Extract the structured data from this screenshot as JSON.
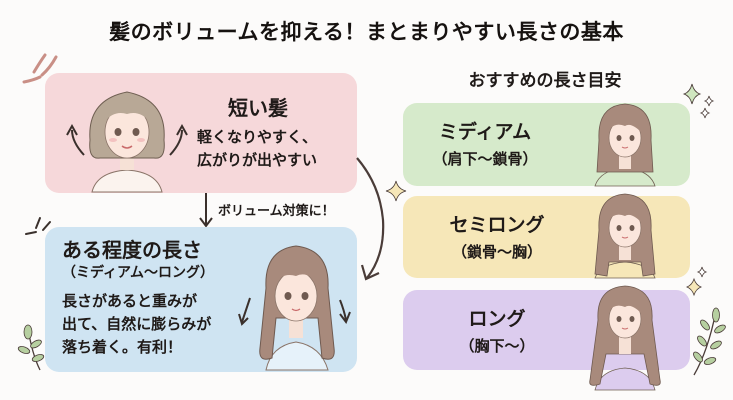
{
  "title": "髪のボリュームを抑える！まとまりやすい長さの基本",
  "short_hair": {
    "heading": "短い髪",
    "description_line1": "軽くなりやすく、",
    "description_line2": "広がりが出やすい",
    "color": "#f6d8da"
  },
  "arrow": {
    "label": "ボリューム対策に！"
  },
  "medium_length": {
    "heading": "ある程度の長さ",
    "subheading": "（ミディアム〜ロング）",
    "description_line1": "長さがあると重みが",
    "description_line2": "出て、自然に膨らみが",
    "description_line3": "落ち着く。有利！",
    "color": "#cfe4f2"
  },
  "recommendations": {
    "title": "おすすめの長さ目安",
    "items": [
      {
        "name": "ミディアム",
        "range": "（肩下〜鎖骨）",
        "color": "#d6eacb"
      },
      {
        "name": "セミロング",
        "range": "（鎖骨〜胸）",
        "color": "#f6e7b8"
      },
      {
        "name": "ロング",
        "range": "（胸下〜）",
        "color": "#dcccee"
      }
    ]
  },
  "icons": [
    "sparkle-icon",
    "leaf-branch-icon",
    "curved-arrow-icon",
    "down-arrow-icon",
    "woman-illustration"
  ]
}
